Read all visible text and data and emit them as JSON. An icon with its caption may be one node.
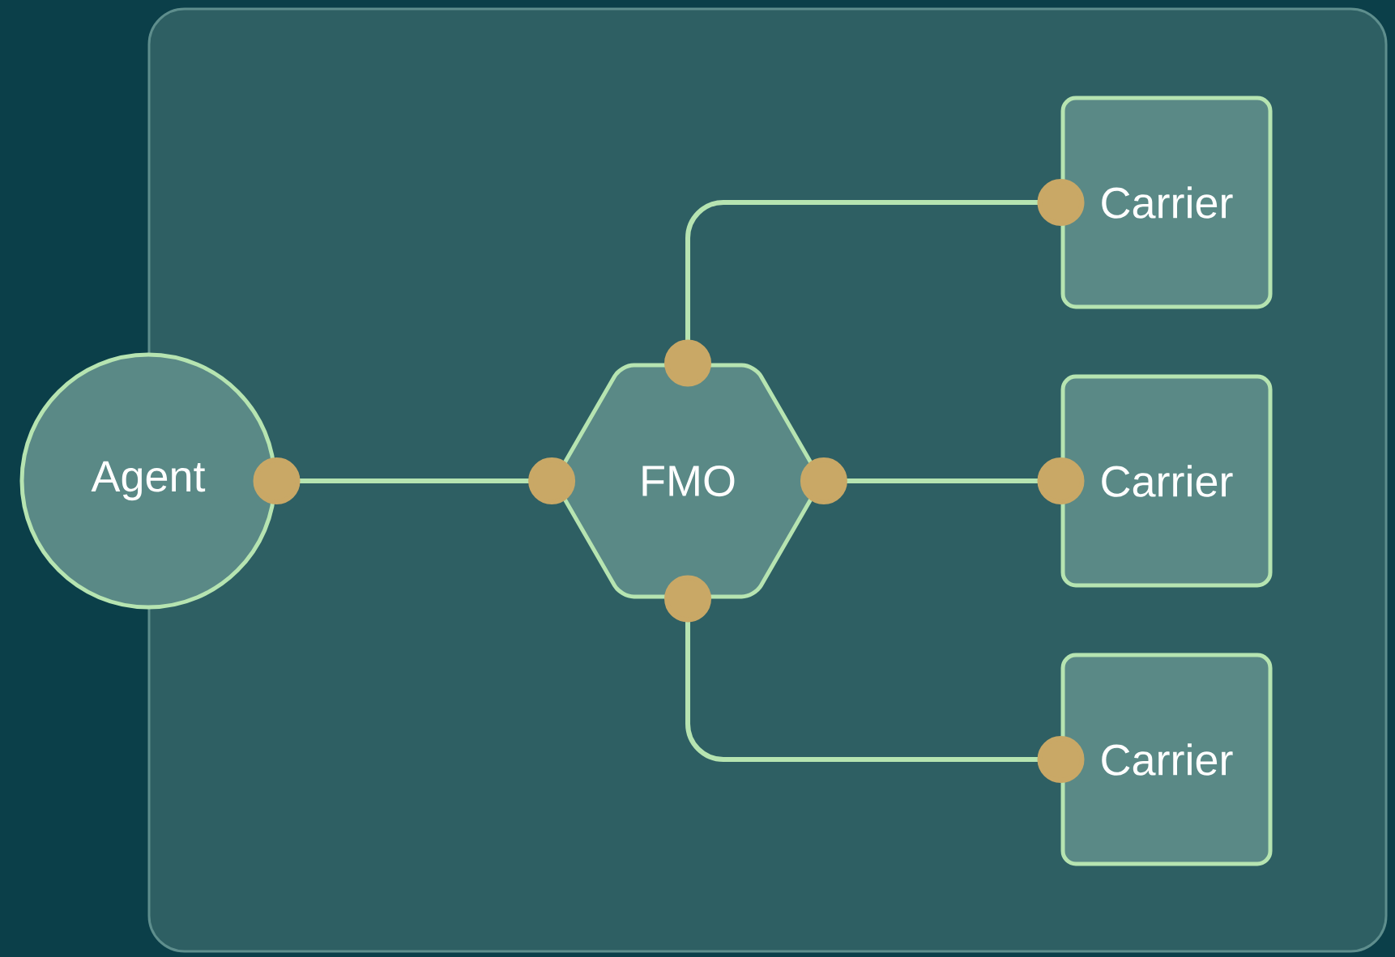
{
  "diagram": {
    "nodes": [
      {
        "text": [
          "Agent"
        ]
      },
      {
        "text": [
          "FMO"
        ]
      },
      {
        "text": [
          "Carrier"
        ]
      },
      {
        "text": [
          "Carrier"
        ]
      },
      {
        "text": [
          "Carrier"
        ]
      }
    ],
    "edges": [
      {
        "from": 0,
        "to": 1,
        "arrow": "other"
      },
      {
        "from": 1,
        "to": 2,
        "arrow": "other"
      },
      {
        "from": 1,
        "to": 3,
        "arrow": "other"
      },
      {
        "from": 1,
        "to": 4,
        "arrow": "other"
      }
    ]
  }
}
